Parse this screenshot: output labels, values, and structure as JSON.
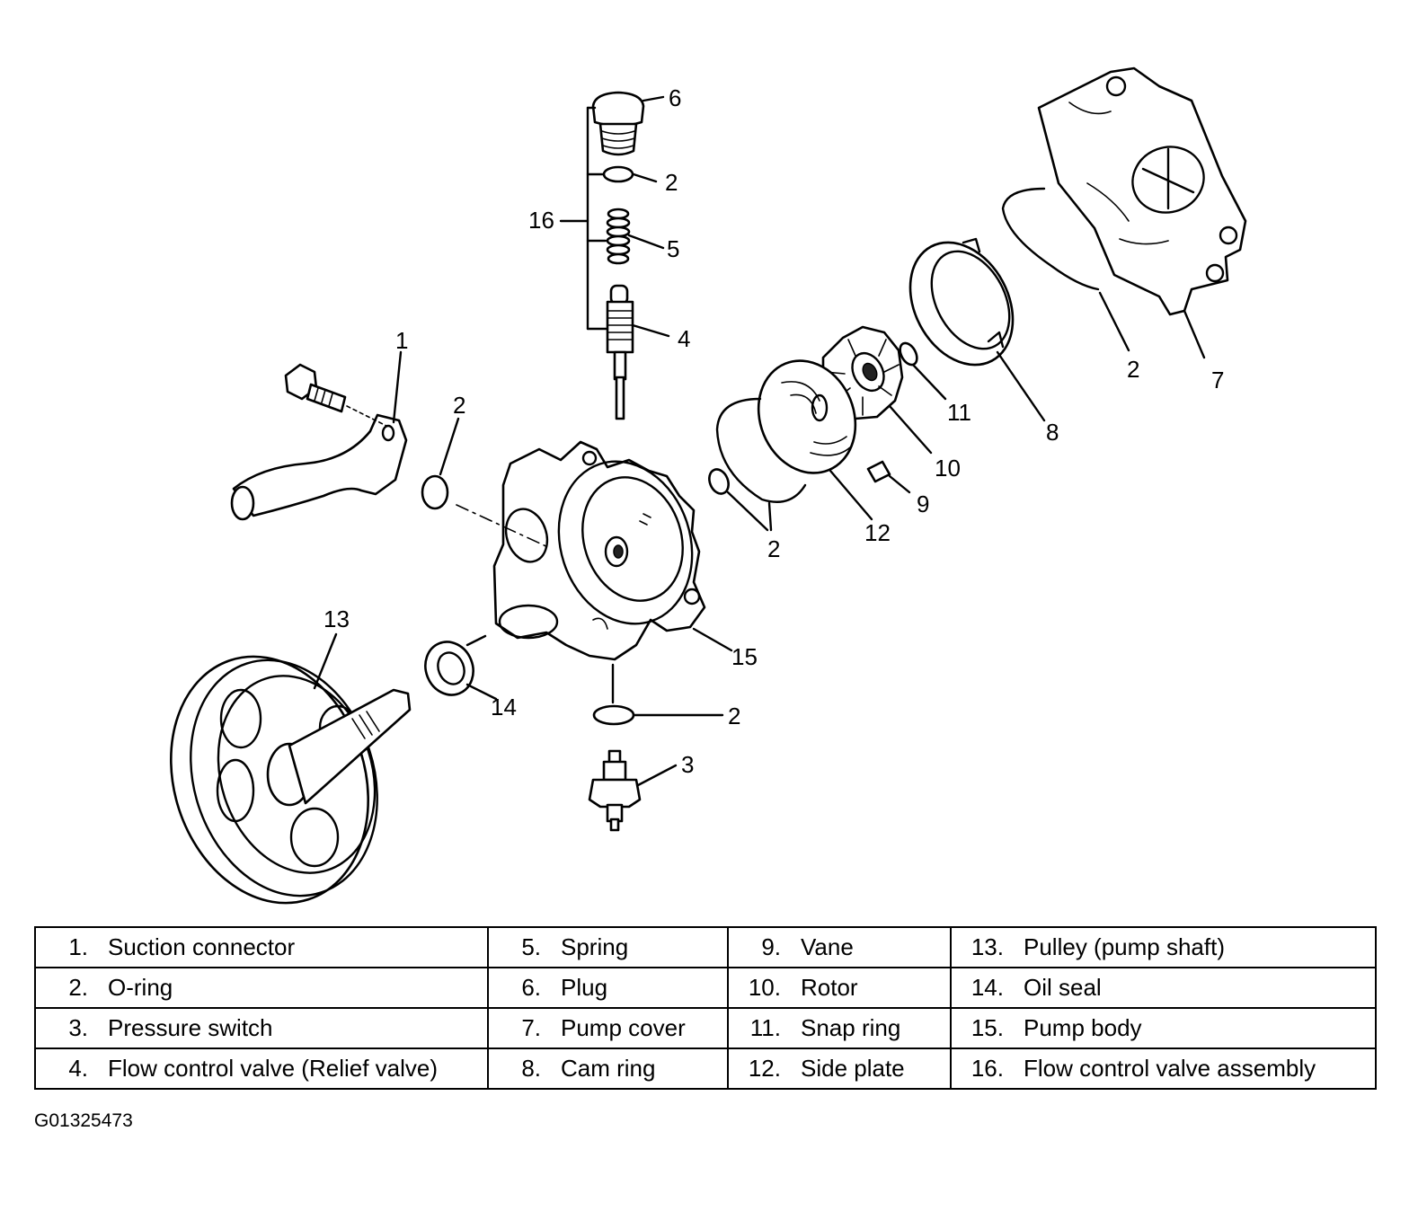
{
  "callouts": {
    "c1": "1",
    "c2a": "2",
    "c2b": "2",
    "c2c": "2",
    "c2d": "2",
    "c2e": "2",
    "c3": "3",
    "c4": "4",
    "c5": "5",
    "c6": "6",
    "c7": "7",
    "c8": "8",
    "c9": "9",
    "c10": "10",
    "c11": "11",
    "c12": "12",
    "c13": "13",
    "c14": "14",
    "c15": "15",
    "c16": "16"
  },
  "legend": [
    [
      {
        "num": "1.",
        "label": "Suction connector"
      },
      {
        "num": "5.",
        "label": "Spring"
      },
      {
        "num": "9.",
        "label": "Vane"
      },
      {
        "num": "13.",
        "label": "Pulley (pump shaft)"
      }
    ],
    [
      {
        "num": "2.",
        "label": "O-ring"
      },
      {
        "num": "6.",
        "label": "Plug"
      },
      {
        "num": "10.",
        "label": "Rotor"
      },
      {
        "num": "14.",
        "label": "Oil seal"
      }
    ],
    [
      {
        "num": "3.",
        "label": "Pressure switch"
      },
      {
        "num": "7.",
        "label": "Pump cover"
      },
      {
        "num": "11.",
        "label": "Snap ring"
      },
      {
        "num": "15.",
        "label": "Pump body"
      }
    ],
    [
      {
        "num": "4.",
        "label": "Flow control valve (Relief valve)"
      },
      {
        "num": "8.",
        "label": "Cam ring"
      },
      {
        "num": "12.",
        "label": "Side plate"
      },
      {
        "num": "16.",
        "label": "Flow control valve assembly"
      }
    ]
  ],
  "figure_id": "G01325473"
}
